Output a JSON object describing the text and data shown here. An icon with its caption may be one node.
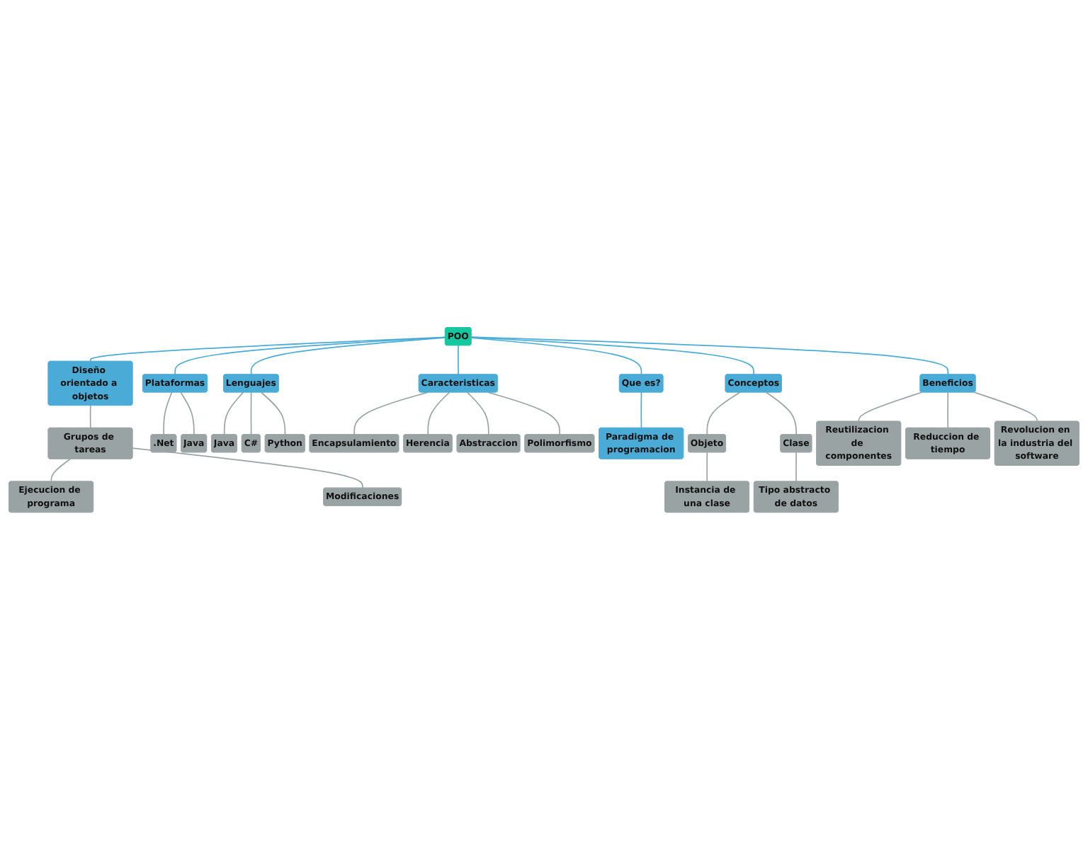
{
  "diagram": {
    "nodes": [
      {
        "text": [
          "POO"
        ]
      },
      {
        "text": [
          "Diseño orientado a objetos"
        ]
      },
      {
        "text": [
          "Grupos de tareas"
        ]
      },
      {
        "text": [
          "Ejecucion de programa"
        ]
      },
      {
        "text": [
          "Modificaciones"
        ]
      },
      {
        "text": [
          "Plataformas"
        ]
      },
      {
        "text": [
          ".Net"
        ]
      },
      {
        "text": [
          "Java"
        ]
      },
      {
        "text": [
          "Lenguajes"
        ]
      },
      {
        "text": [
          "Java"
        ]
      },
      {
        "text": [
          "C#"
        ]
      },
      {
        "text": [
          "Python"
        ]
      },
      {
        "text": [
          "Caracteristicas"
        ]
      },
      {
        "text": [
          "Encapsulamiento"
        ]
      },
      {
        "text": [
          "Herencia"
        ]
      },
      {
        "text": [
          "Abstraccion"
        ]
      },
      {
        "text": [
          "Polimorfismo"
        ]
      },
      {
        "text": [
          "Que es?"
        ]
      },
      {
        "text": [
          "Paradigma de programacion"
        ]
      },
      {
        "text": [
          "Conceptos"
        ]
      },
      {
        "text": [
          "Objeto"
        ]
      },
      {
        "text": [
          "Instancia de una clase"
        ]
      },
      {
        "text": [
          "Clase"
        ]
      },
      {
        "text": [
          "Tipo abstracto de datos"
        ]
      },
      {
        "text": [
          "Beneficios"
        ]
      },
      {
        "text": [
          "Reutilizacion de componentes"
        ]
      },
      {
        "text": [
          "Reduccion de tiempo"
        ]
      },
      {
        "text": [
          "Revolucion en la industria del software"
        ]
      }
    ],
    "edges": [
      {
        "from": 0,
        "to": 1,
        "arrow": "none",
        "color": "#4aacd6"
      },
      {
        "from": 1,
        "to": 2,
        "arrow": "none"
      },
      {
        "from": 2,
        "to": 3,
        "arrow": "none"
      },
      {
        "from": 2,
        "to": 4,
        "arrow": "none"
      },
      {
        "from": 0,
        "to": 5,
        "arrow": "none",
        "color": "#4aacd6"
      },
      {
        "from": 5,
        "to": 6,
        "arrow": "none"
      },
      {
        "from": 5,
        "to": 7,
        "arrow": "none"
      },
      {
        "from": 0,
        "to": 8,
        "arrow": "none",
        "color": "#4aacd6"
      },
      {
        "from": 8,
        "to": 9,
        "arrow": "none"
      },
      {
        "from": 8,
        "to": 10,
        "arrow": "none"
      },
      {
        "from": 8,
        "to": 11,
        "arrow": "none"
      },
      {
        "from": 0,
        "to": 12,
        "arrow": "none",
        "color": "#4aacd6"
      },
      {
        "from": 12,
        "to": 13,
        "arrow": "none"
      },
      {
        "from": 12,
        "to": 14,
        "arrow": "none"
      },
      {
        "from": 12,
        "to": 15,
        "arrow": "none"
      },
      {
        "from": 12,
        "to": 16,
        "arrow": "none"
      },
      {
        "from": 0,
        "to": 17,
        "arrow": "none",
        "color": "#4aacd6"
      },
      {
        "from": 17,
        "to": 18,
        "arrow": "none",
        "color": "#4aacd6"
      },
      {
        "from": 0,
        "to": 19,
        "arrow": "none",
        "color": "#4aacd6"
      },
      {
        "from": 19,
        "to": 20,
        "arrow": "none"
      },
      {
        "from": 20,
        "to": 21,
        "arrow": "none"
      },
      {
        "from": 19,
        "to": 22,
        "arrow": "none"
      },
      {
        "from": 22,
        "to": 23,
        "arrow": "none"
      },
      {
        "from": 0,
        "to": 24,
        "arrow": "none",
        "color": "#4aacd6"
      },
      {
        "from": 24,
        "to": 25,
        "arrow": "none"
      },
      {
        "from": 24,
        "to": 26,
        "arrow": "none"
      },
      {
        "from": 24,
        "to": 27,
        "arrow": "none"
      }
    ]
  }
}
